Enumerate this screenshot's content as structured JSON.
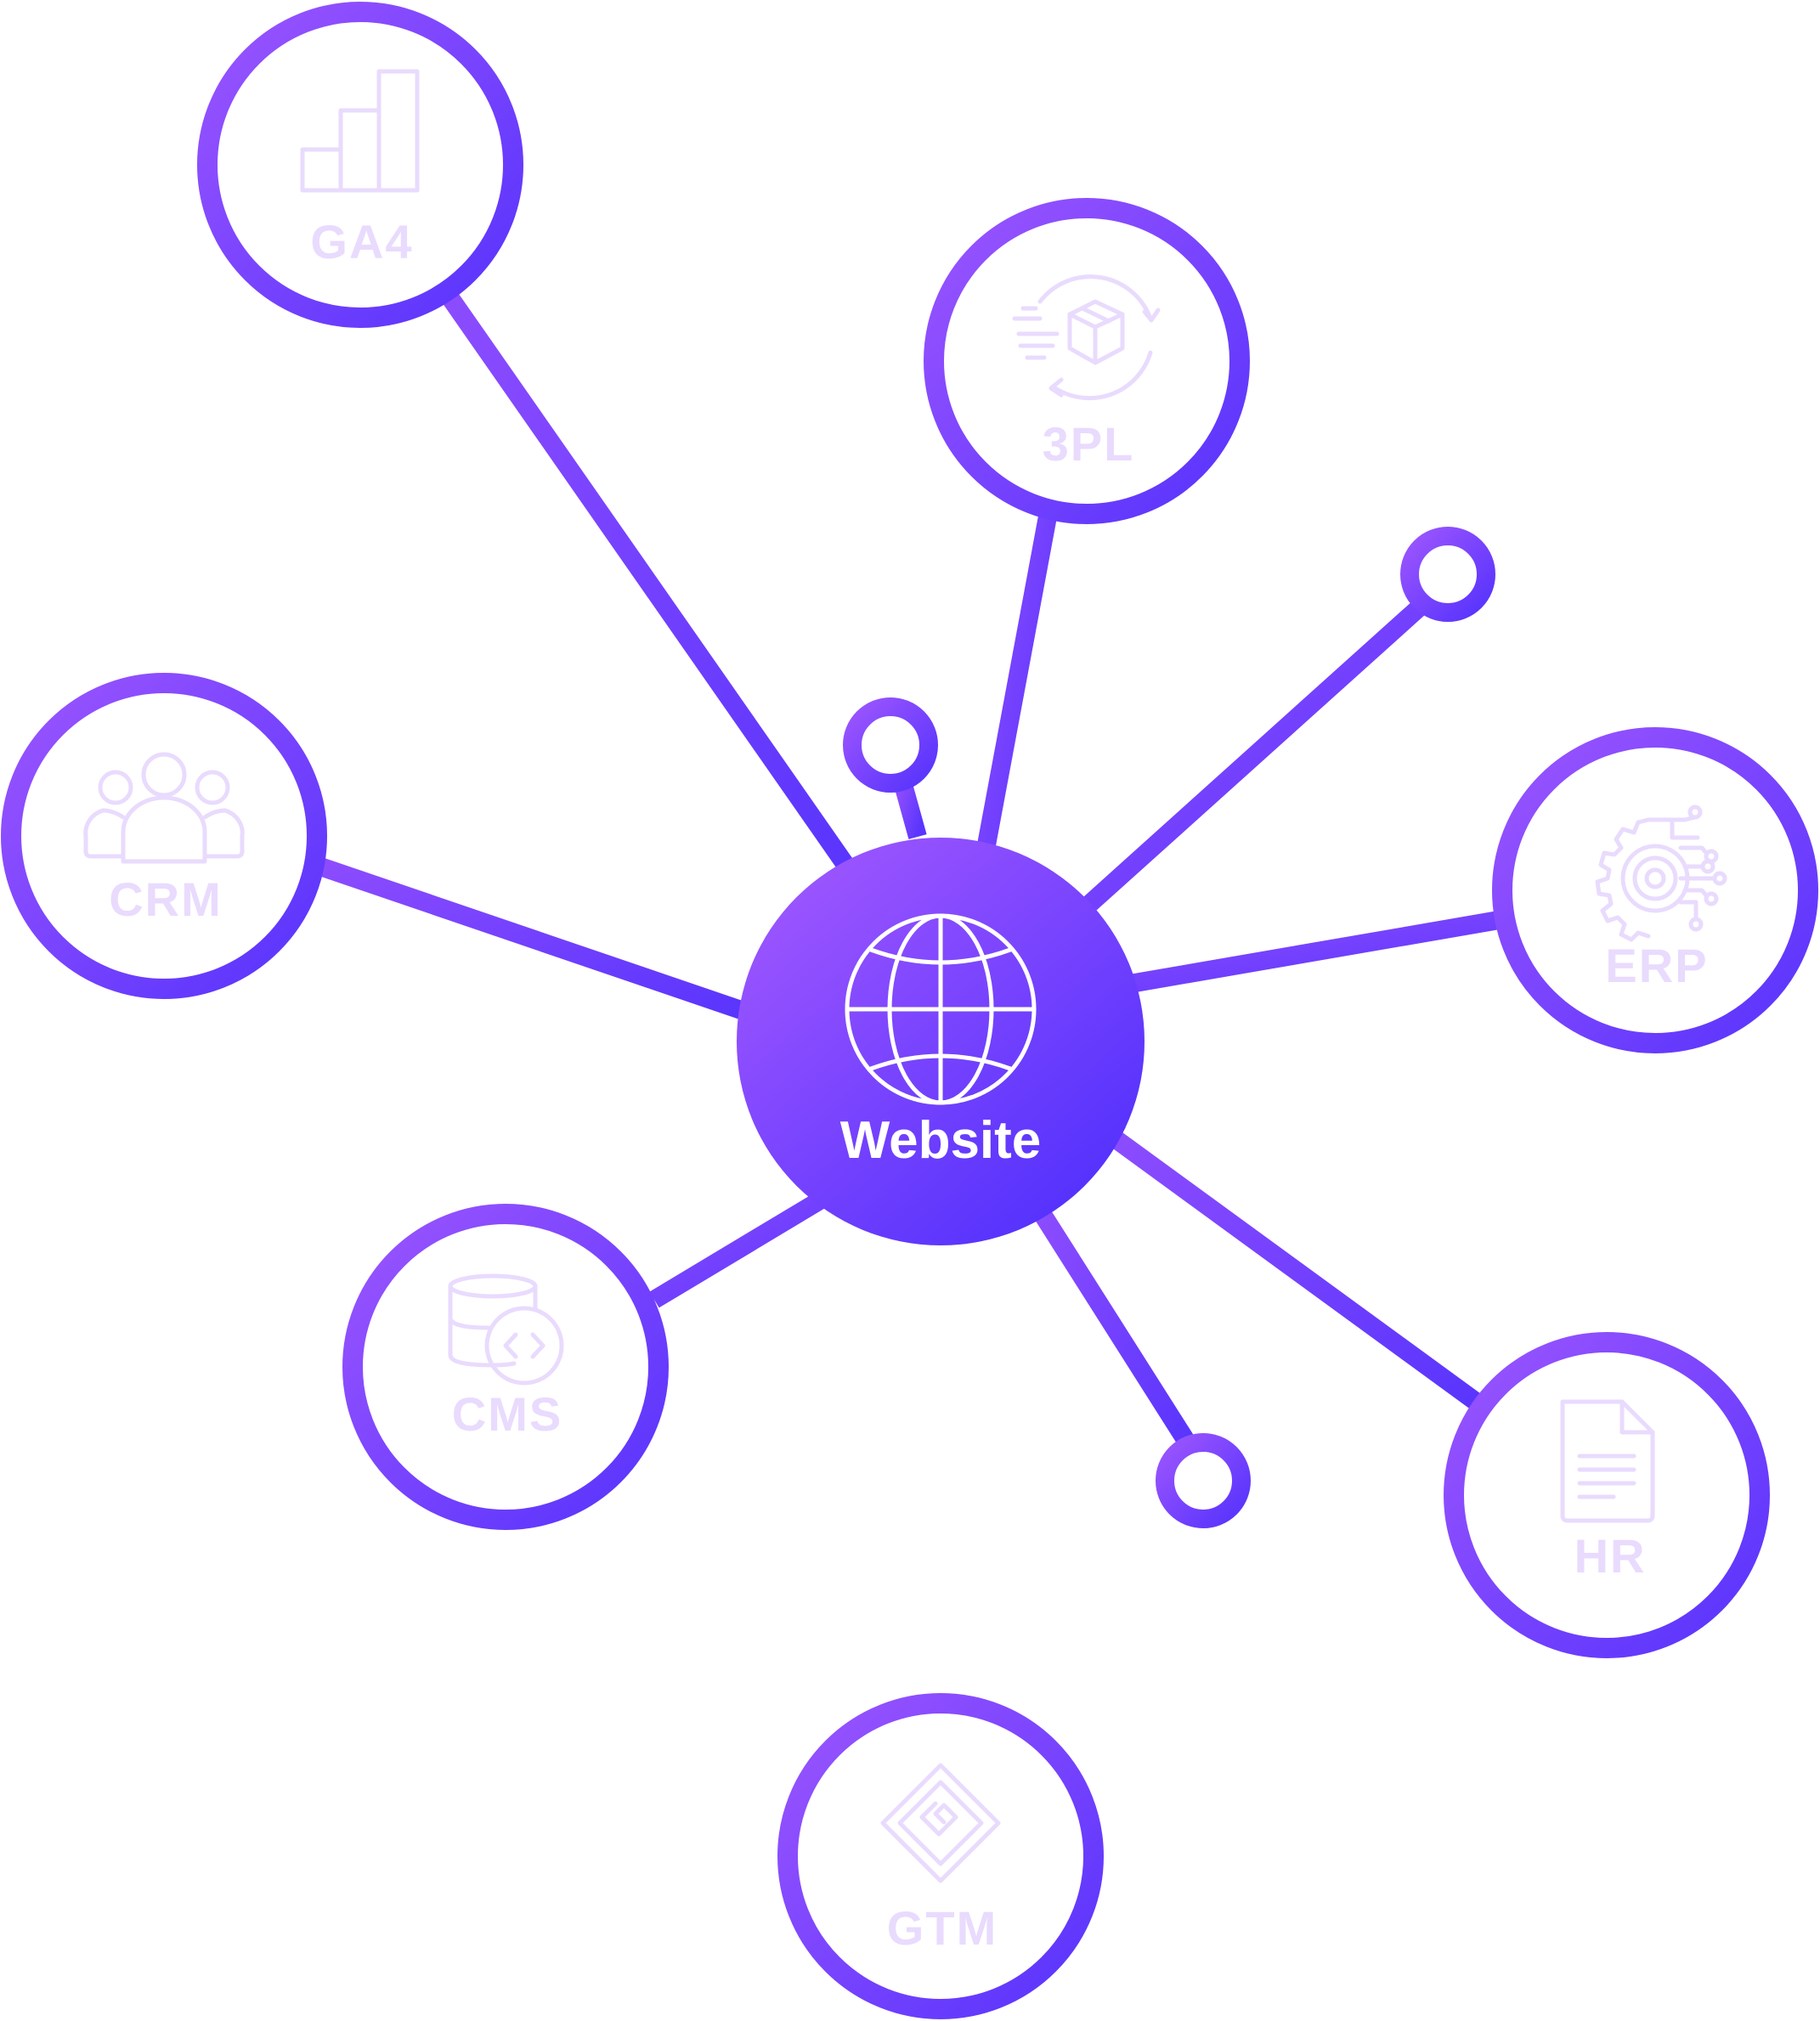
{
  "colors": {
    "purple_light": "#9b55fe",
    "purple_dark": "#5733fd",
    "icon_tint": "#e9dbfd",
    "center_text": "#ffffff",
    "background": "#ffffff"
  },
  "center": {
    "label": "Website",
    "icon": "globe-icon"
  },
  "nodes": [
    {
      "id": "ga4",
      "label": "GA4",
      "icon": "bar-chart-icon"
    },
    {
      "id": "3pl",
      "label": "3PL",
      "icon": "package-cycle-icon"
    },
    {
      "id": "crm",
      "label": "CRM",
      "icon": "people-group-icon"
    },
    {
      "id": "erp",
      "label": "ERP",
      "icon": "gear-circuit-icon"
    },
    {
      "id": "cms",
      "label": "CMS",
      "icon": "database-code-icon"
    },
    {
      "id": "hr",
      "label": "HR",
      "icon": "document-icon"
    },
    {
      "id": "gtm",
      "label": "GTM",
      "icon": "tag-manager-icon"
    }
  ]
}
